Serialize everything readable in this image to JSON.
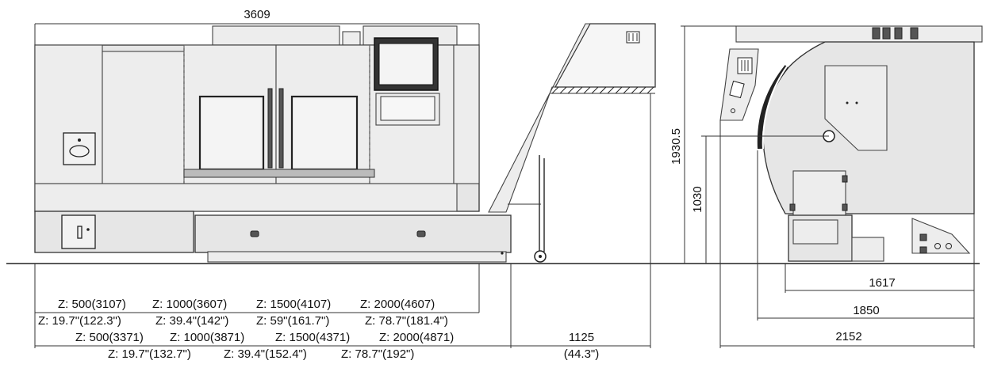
{
  "front_view": {
    "overall_width": "3609",
    "stroke_rows": [
      {
        "name": "row-1",
        "items": [
          "Z: 500(3107)",
          "Z: 1000(3607)",
          "Z: 1500(4107)",
          "Z: 2000(4607)"
        ]
      },
      {
        "name": "row-2",
        "items": [
          "Z: 19.7\"(122.3\")",
          "Z: 39.4\"(142\")",
          "Z: 59\"(161.7\")",
          "Z: 78.7\"(181.4\")"
        ]
      },
      {
        "name": "row-3",
        "items": [
          "Z: 500(3371)",
          "Z: 1000(3871)",
          "Z: 1500(4371)",
          "Z: 2000(4871)"
        ]
      },
      {
        "name": "row-4",
        "items": [
          "Z: 19.7\"(132.7\")",
          "Z: 39.4\"(152.4\")",
          "Z: 78.7\"(192\")"
        ]
      }
    ],
    "conveyor_length": "1125",
    "conveyor_length_in": "(44.3\")"
  },
  "side_view": {
    "total_height": "1930.5",
    "spindle_height": "1030",
    "depth_1": "1617",
    "depth_2": "1850",
    "depth_3": "2152"
  }
}
